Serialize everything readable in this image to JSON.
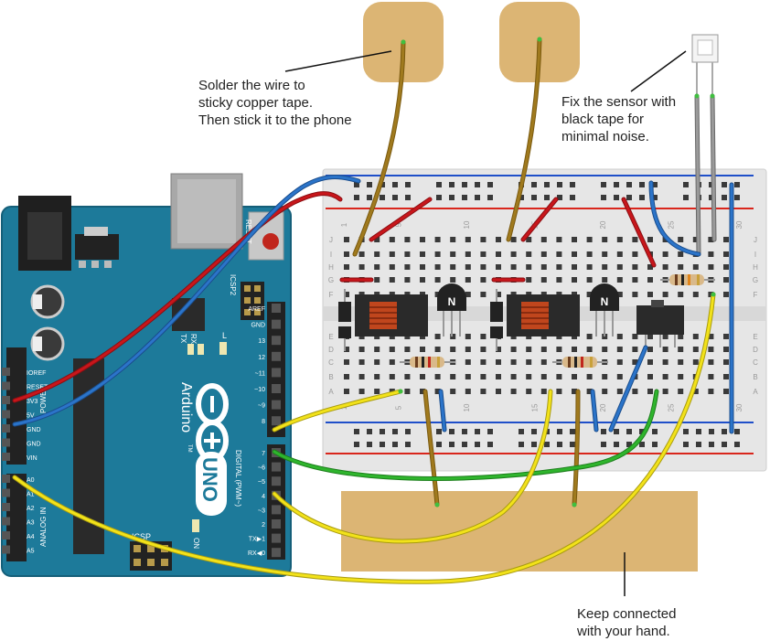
{
  "annotations": {
    "solder": [
      "Solder the wire to",
      "sticky copper tape.",
      "Then stick it to the phone"
    ],
    "sensor": [
      "Fix the sensor with",
      "black tape for",
      "minimal noise."
    ],
    "hand": [
      "Keep connected",
      "with your hand."
    ]
  },
  "arduino": {
    "brand": "Arduino",
    "model": "UNO",
    "tm": "TM",
    "icsp2": "ICSP2",
    "icsp": "ICSP",
    "reset": "RESET",
    "l_led": "L",
    "tx": "TX",
    "rx": "RX",
    "on": "ON",
    "digital": "DIGITAL (PWM~)",
    "power_label": "POWER",
    "analog_label": "ANALOG IN",
    "power_pins": [
      "IOREF",
      "RESET",
      "3V3",
      "5V",
      "GND",
      "GND",
      "VIN"
    ],
    "analog_pins": [
      "A0",
      "A1",
      "A2",
      "A3",
      "A4",
      "A5"
    ],
    "digital_top": [
      "AREF",
      "GND",
      "13",
      "12",
      "~11",
      "~10",
      "~9",
      "8"
    ],
    "digital_bottom": [
      "7",
      "~6",
      "~5",
      "4",
      "~3",
      "2",
      "TX▶1",
      "RX◀0"
    ]
  },
  "breadboard": {
    "row_letters": [
      "J",
      "I",
      "H",
      "G",
      "F",
      "E",
      "D",
      "C",
      "B",
      "A"
    ],
    "column_numbers": [
      "1",
      "5",
      "10",
      "15",
      "20",
      "25",
      "30"
    ]
  },
  "transistor_label": "N",
  "colors": {
    "board": "#1d7a9a",
    "board_edge": "#155f79",
    "breadboard": "#e9e9e9",
    "rail_red": "#d9261c",
    "rail_blue": "#1f4fc9",
    "pad": "#dcb574",
    "wire_yellow": "#f2e21a",
    "wire_red": "#c8161b",
    "wire_blue": "#2b74c9",
    "wire_green": "#2fb52d",
    "wire_brown": "#a07a1e",
    "wire_gray": "#8a8a8a"
  }
}
